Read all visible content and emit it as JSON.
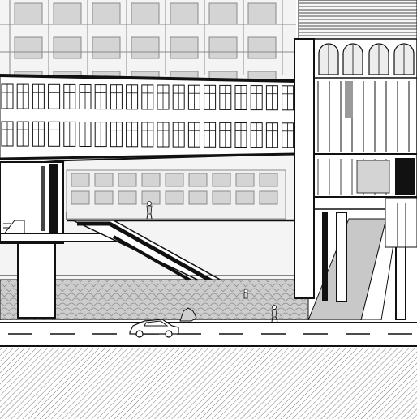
{
  "drawing": {
    "style": "architectural section drawing",
    "colors": {
      "background": "#ffffff",
      "ink": "#111111",
      "line_light": "#8a8a8a",
      "window_fill": "#d4d4d4",
      "window_dark": "#9a9a9a",
      "facade_fill": "#ededed",
      "pavement_fill": "#c8c8c8",
      "ground_hatch": "#7a7a7a"
    },
    "elements": [
      "background-office-tower",
      "right-tower",
      "elevated-walkway-bridge",
      "bridge-pavilion",
      "escalator",
      "support-pillars",
      "cobbled-plaza",
      "road",
      "ground-section-hatch",
      "car-icon",
      "pedestrian-icons",
      "dog-icon"
    ]
  }
}
